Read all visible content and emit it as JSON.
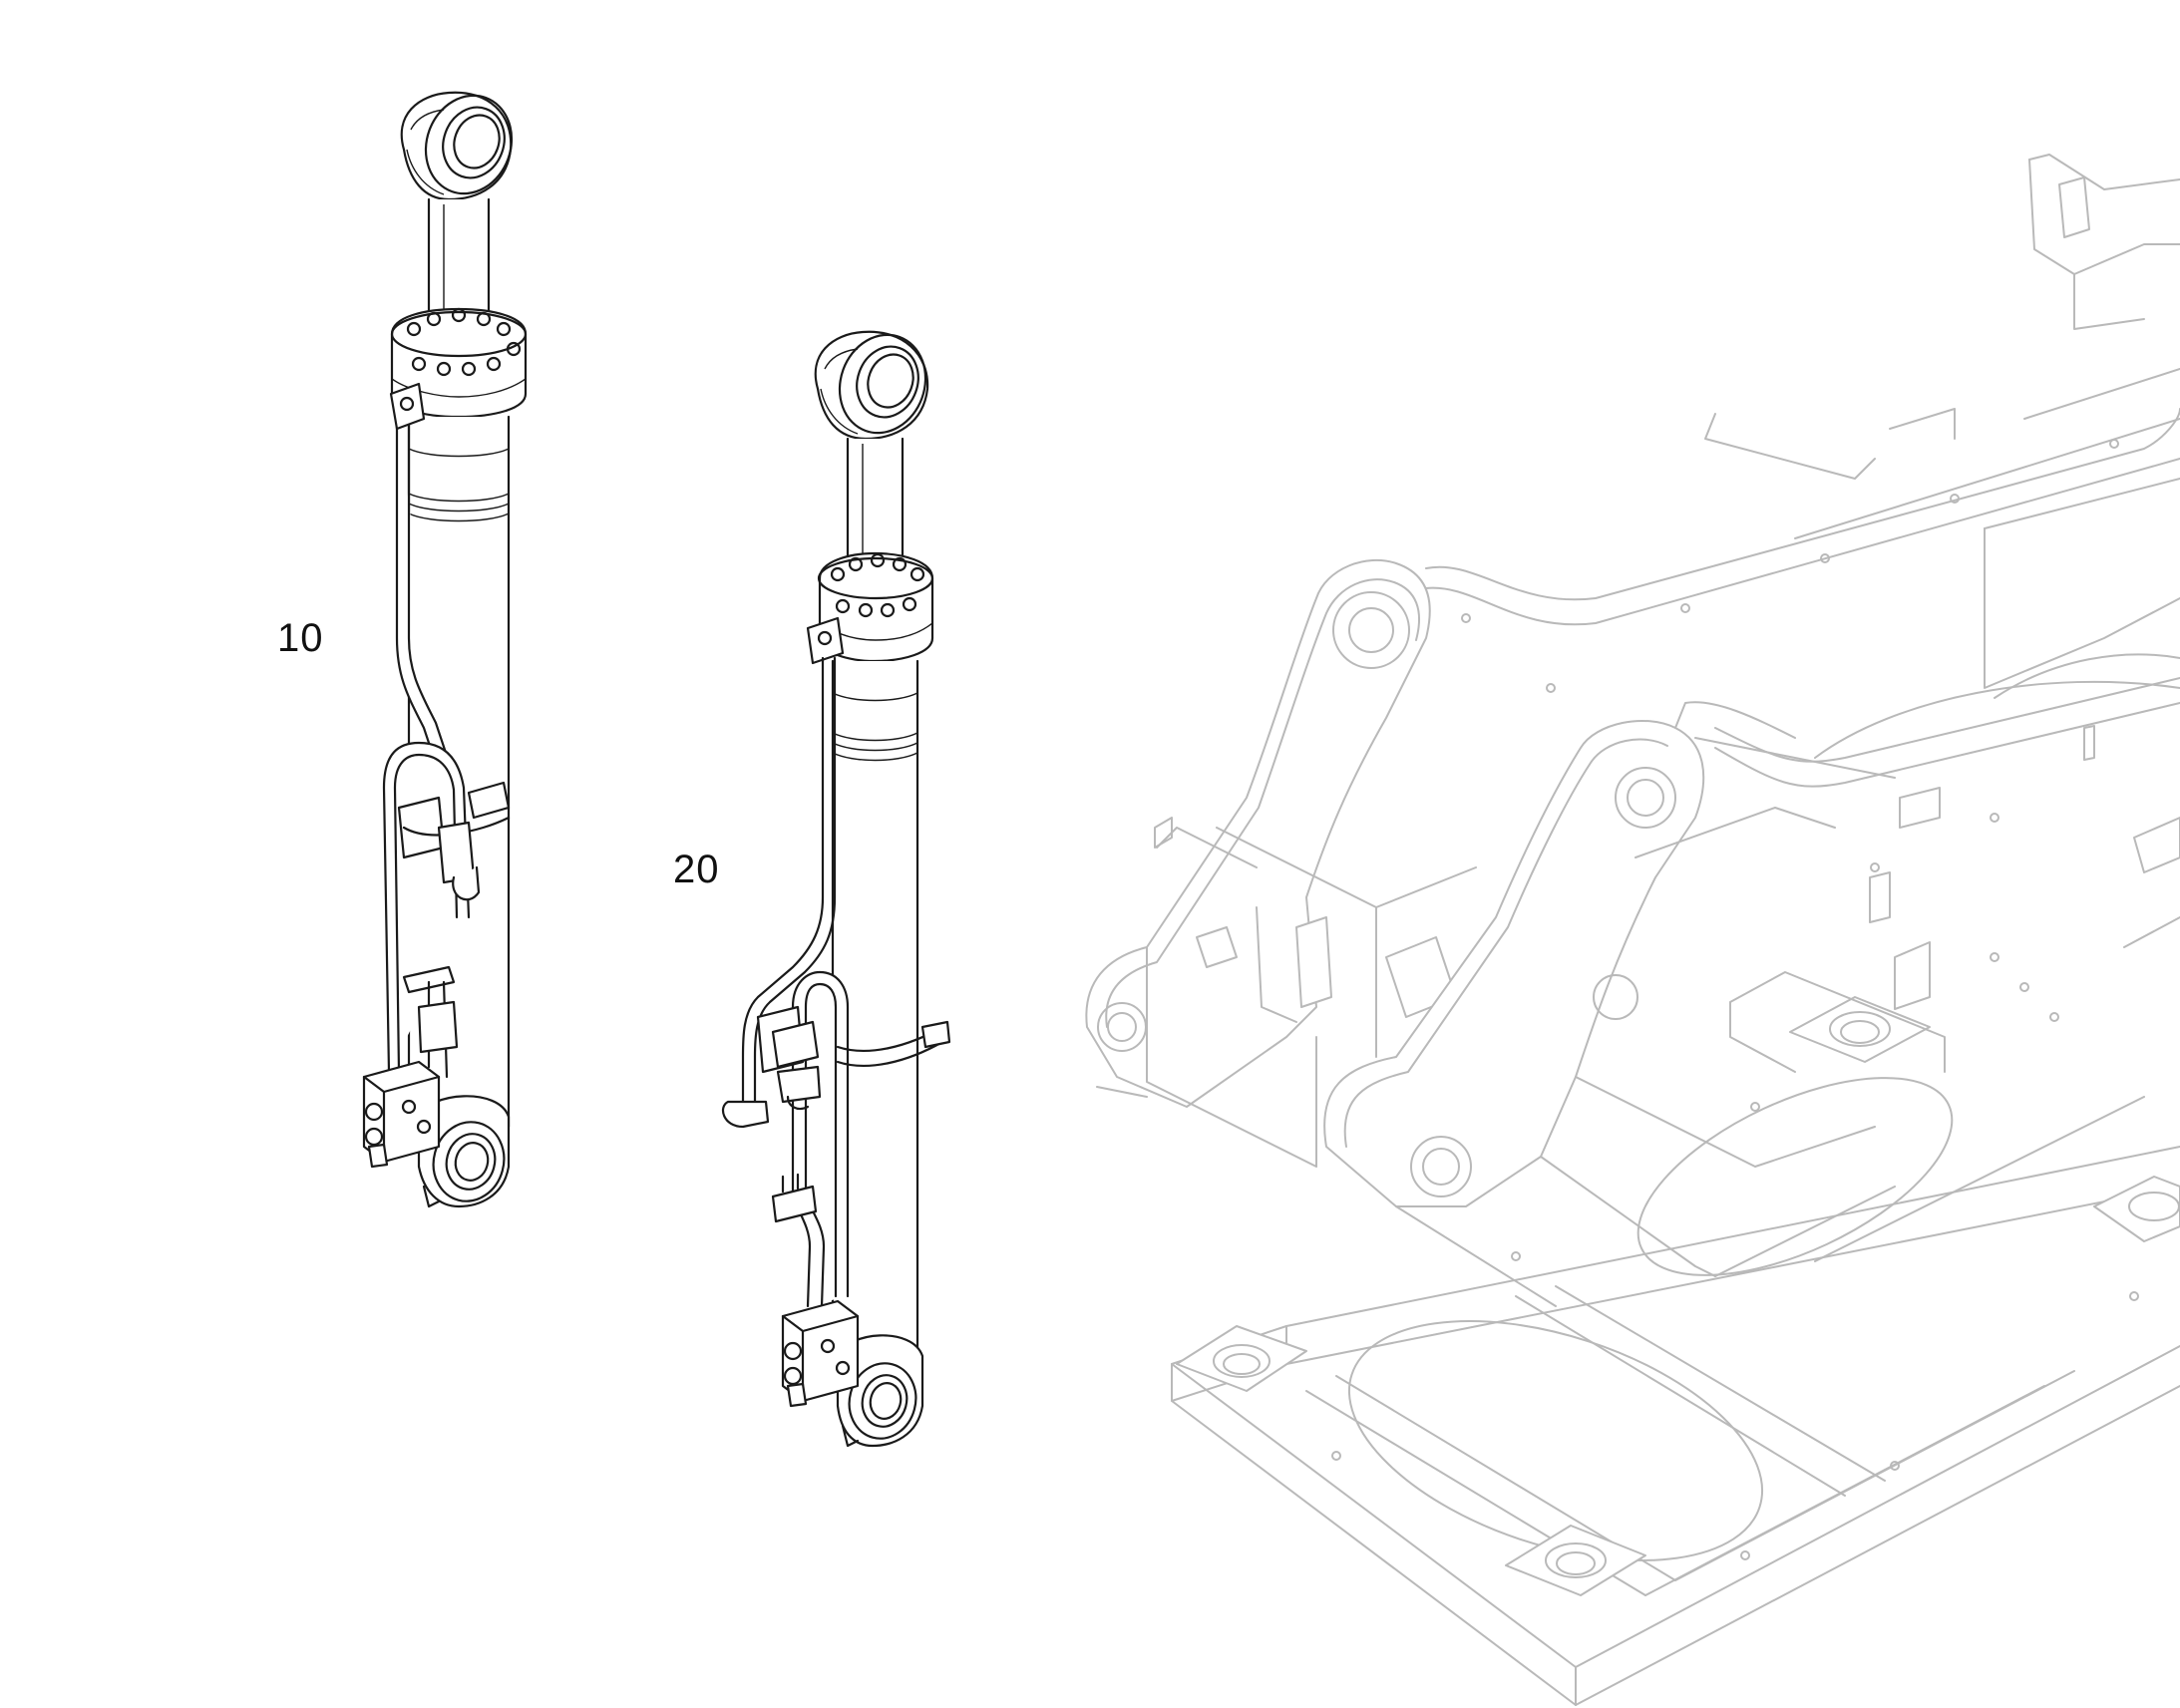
{
  "callouts": [
    {
      "id": "10",
      "text": "10"
    },
    {
      "id": "20",
      "text": "20"
    }
  ],
  "colors": {
    "part_line": "#1a1a1a",
    "context_line": "#b9b9b9",
    "background": "#ffffff"
  }
}
